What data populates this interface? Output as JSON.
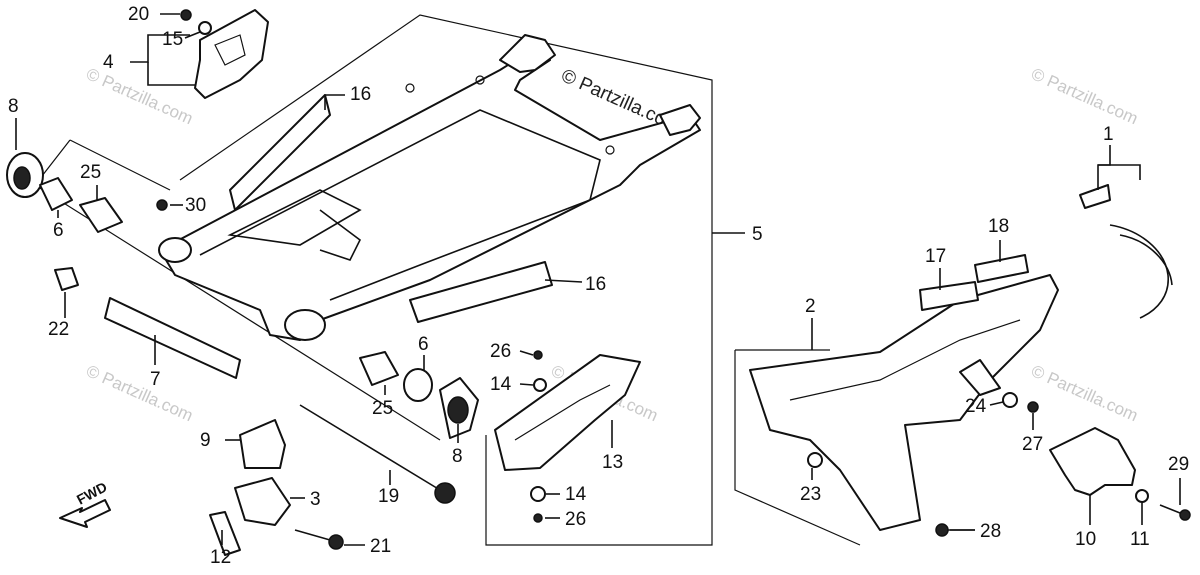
{
  "watermark": {
    "brand": "© Partzilla.com",
    "tl": "© Partzilla.com",
    "tr": "© Partzilla.com",
    "bl": "© Partzilla.com",
    "bc": "© Partzilla.com",
    "br": "© Partzilla.com"
  },
  "direction_label": "FWD",
  "labels": {
    "p1": "1",
    "p2": "2",
    "p3": "3",
    "p4": "4",
    "p5": "5",
    "p6a": "6",
    "p6b": "6",
    "p7": "7",
    "p8a": "8",
    "p8b": "8",
    "p9": "9",
    "p10": "10",
    "p11": "11",
    "p12": "12",
    "p13": "13",
    "p14a": "14",
    "p14b": "14",
    "p15": "15",
    "p16a": "16",
    "p16b": "16",
    "p17": "17",
    "p18": "18",
    "p19": "19",
    "p20": "20",
    "p21": "21",
    "p22": "22",
    "p23": "23",
    "p24": "24",
    "p25a": "25",
    "p25b": "25",
    "p26a": "26",
    "p26b": "26",
    "p27": "27",
    "p28": "28",
    "p29": "29",
    "p30": "30"
  }
}
